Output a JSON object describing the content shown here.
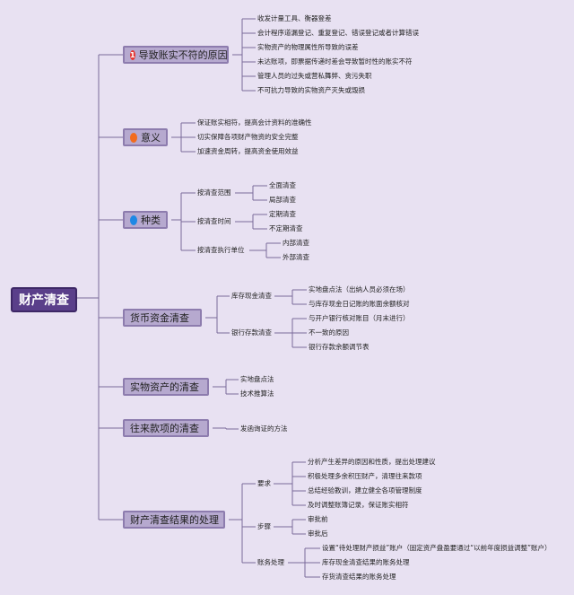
{
  "root": "财产清查",
  "branches": {
    "b1": {
      "label": "导致账实不符的原因",
      "icon": "number-1-icon",
      "icon_glyph": "1",
      "icon_color": "#e53935",
      "items": [
        "收发计量工具、衡器登差",
        "会计程序道漏登记、重复登记、错误登记或者计算错误",
        "实物资产的物理属性所导致的误差",
        "未达账项，即票据传递时差会导致暂时性的账实不符",
        "管理人员的过失或营私舞弊、贪污失职",
        "不可抗力导致的实物资产灭失或毁损"
      ]
    },
    "b2": {
      "label": "意义",
      "icon": "orange-circle-icon",
      "icon_color": "#f26b1d",
      "items": [
        "保证账实相符，提高会计资料的准确性",
        "切实保障各项财产物资的安全完整",
        "加速资金周转，提高资金使用效益"
      ]
    },
    "b3": {
      "label": "种类",
      "icon": "blue-circle-icon",
      "icon_color": "#1e88e5",
      "groups": [
        {
          "label": "按清查范围",
          "items": [
            "全面清查",
            "局部清查"
          ]
        },
        {
          "label": "按清查时间",
          "items": [
            "定期清查",
            "不定期清查"
          ]
        },
        {
          "label": "按清查执行单位",
          "items": [
            "内部清查",
            "外部清查"
          ]
        }
      ]
    },
    "b4": {
      "label": "货币资金清查",
      "groups": [
        {
          "label": "库存现金清查",
          "items": [
            "实地盘点法（出纳人员必须在场）",
            "与库存现金日记账的账面余额核对"
          ]
        },
        {
          "label": "银行存款清查",
          "items": [
            "与开户银行核对账目（月末进行）",
            "不一致的原因",
            "银行存款余额调节表"
          ]
        }
      ]
    },
    "b5": {
      "label": "实物资产的清查",
      "items": [
        "实地盘点法",
        "技术推算法"
      ]
    },
    "b6": {
      "label": "往来款项的清查",
      "items": [
        "发函询证的方法"
      ]
    },
    "b7": {
      "label": "财产清查结果的处理",
      "groups": [
        {
          "label": "要求",
          "items": [
            "分析产生差异的原因和性质，提出处理建议",
            "积极处理多余积压财产，清理往来款项",
            "总结经验教训，建立健全各项管理制度",
            "及时调整账簿记录，保证账实相符"
          ]
        },
        {
          "label": "步骤",
          "items": [
            "审批前",
            "审批后"
          ]
        },
        {
          "label": "账务处理",
          "items": [
            "设置“待处理财产损益”账户（固定资产盘盈要通过“以前年度损益调整”账户）",
            "库存现金清查结果的账务处理",
            "存货清查结果的账务处理"
          ]
        }
      ]
    }
  }
}
